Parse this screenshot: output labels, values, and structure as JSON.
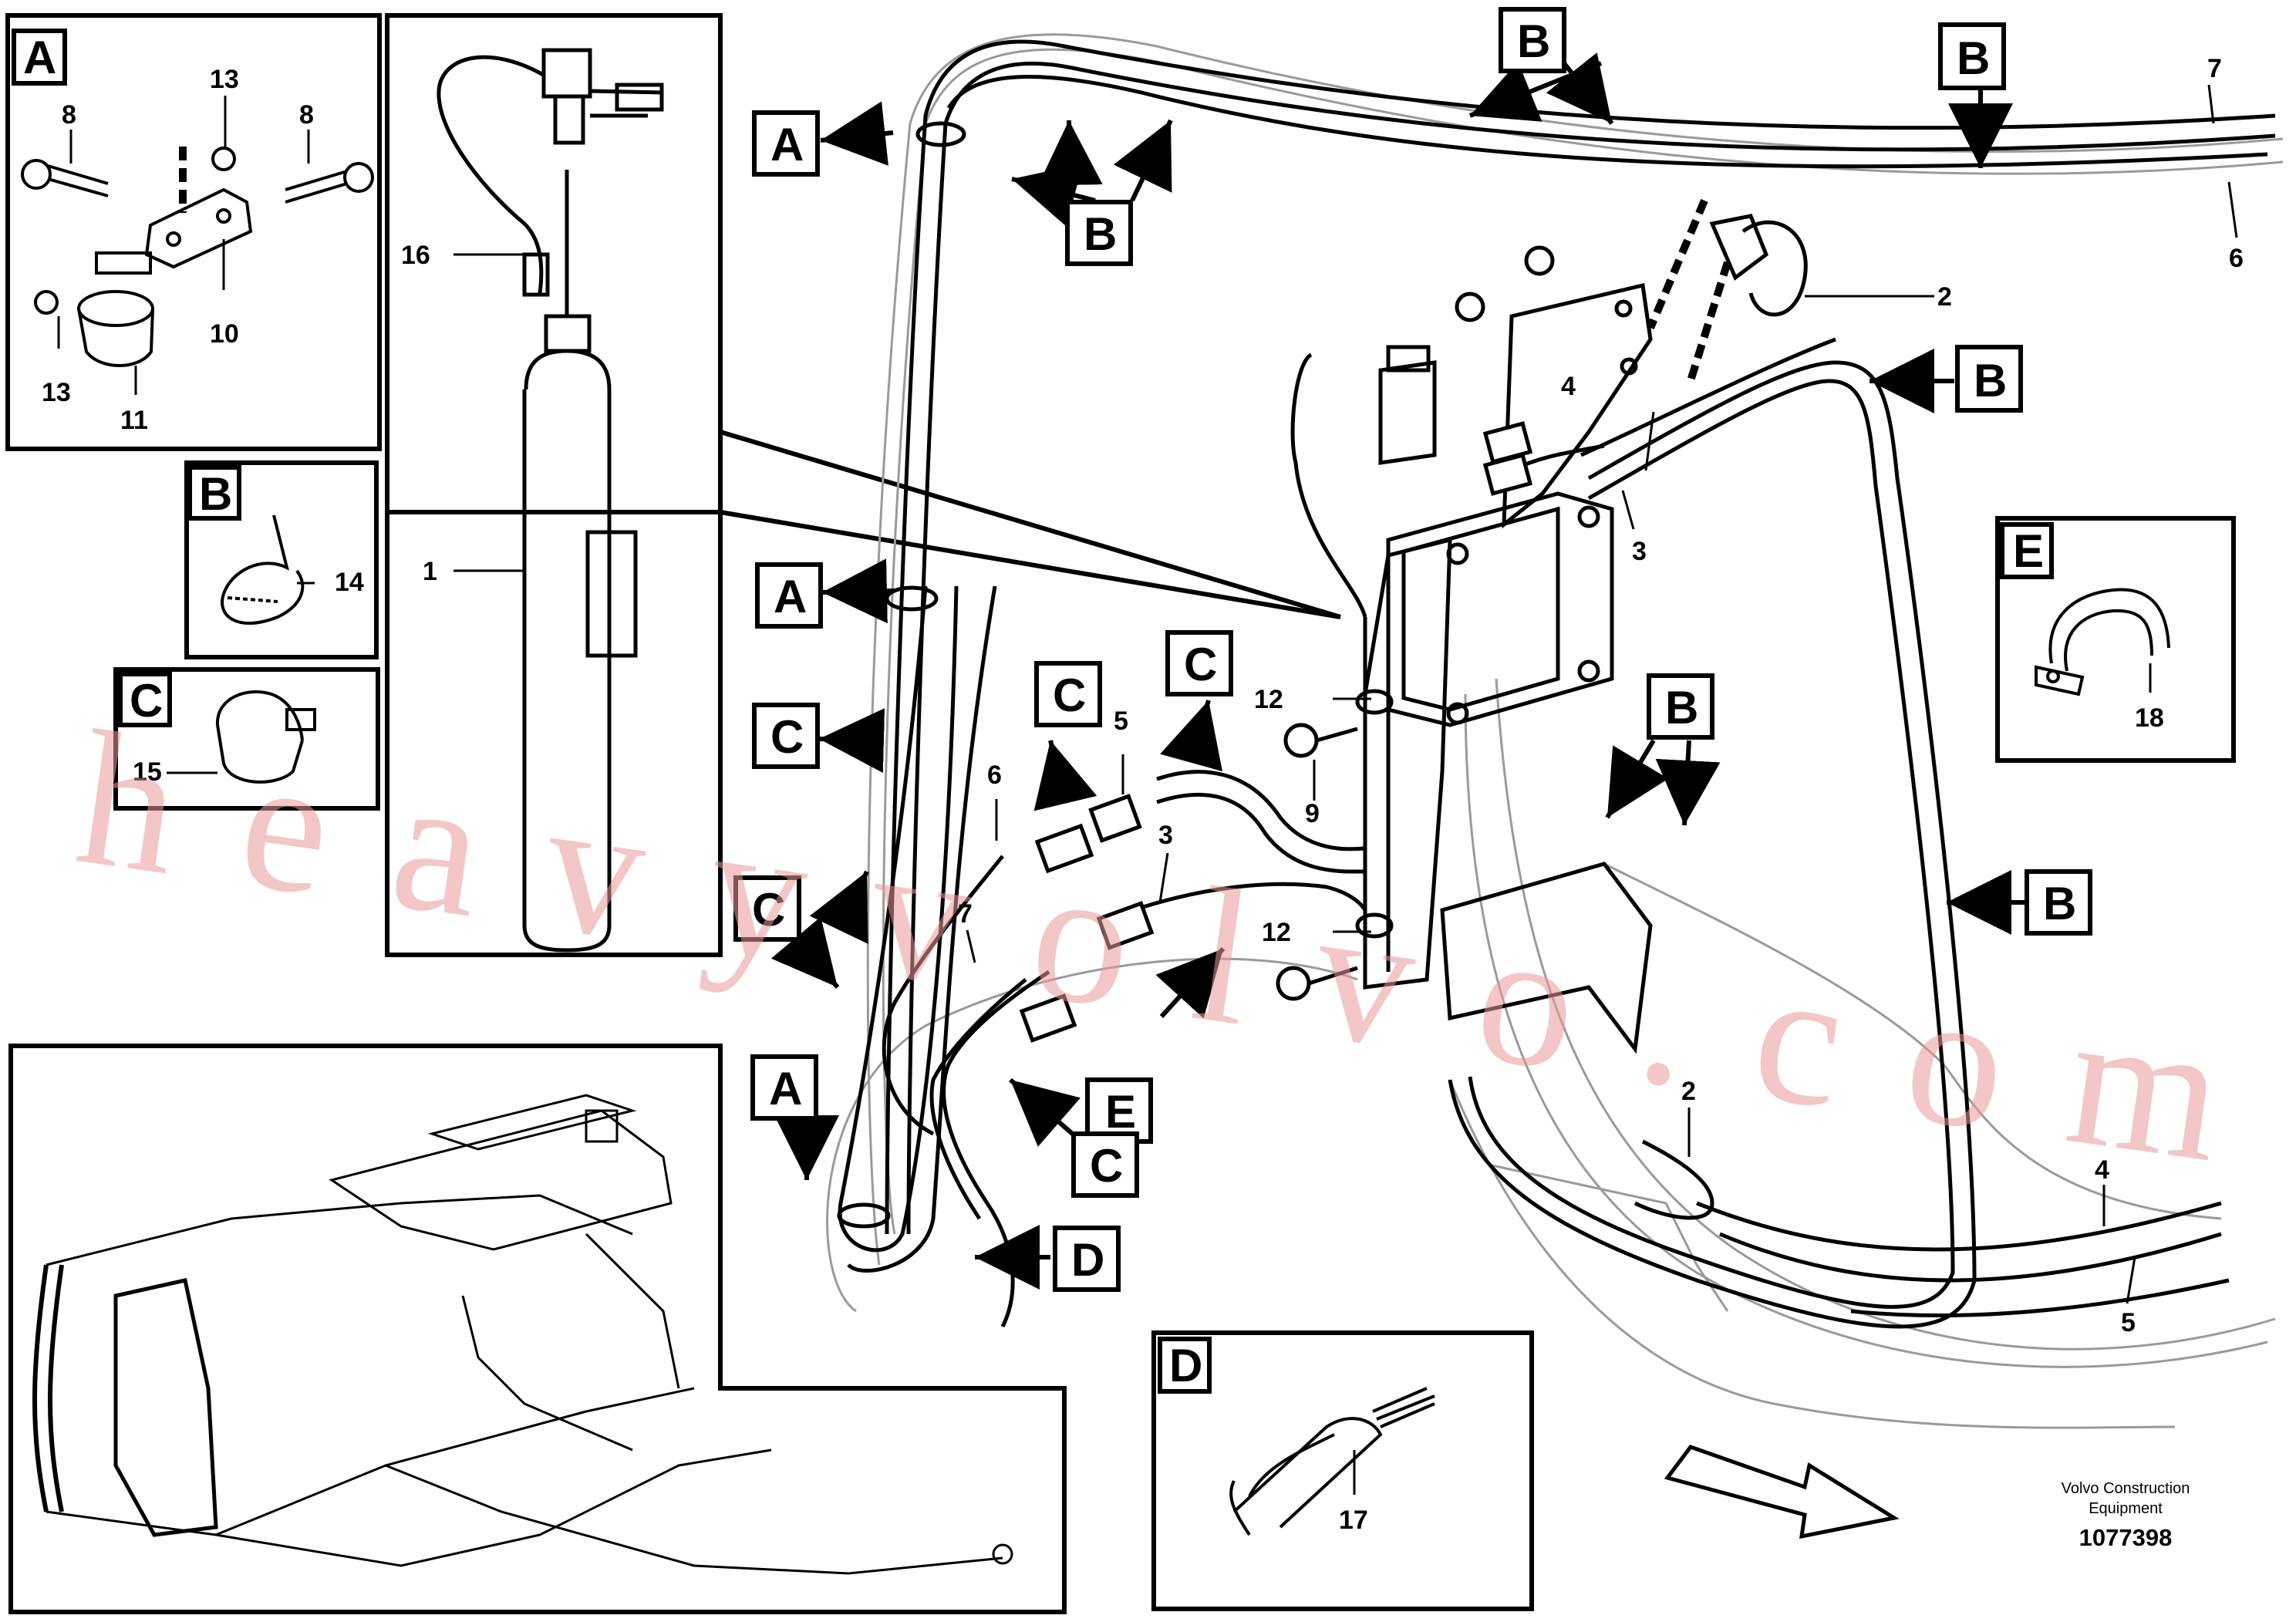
{
  "diagram": {
    "credit_line1": "Volvo Construction",
    "credit_line2": "Equipment",
    "document_number": "1077398",
    "watermark_text": "heavyvolvo.com"
  },
  "callouts": {
    "n1": "1",
    "n2": "2",
    "n3": "3",
    "n4": "4",
    "n5": "5",
    "n6": "6",
    "n7": "7",
    "n8": "8",
    "n9": "9",
    "n10": "10",
    "n11": "11",
    "n12": "12",
    "n13": "13",
    "n14": "14",
    "n15": "15",
    "n16": "16",
    "n17": "17",
    "n18": "18"
  },
  "detail_labels": {
    "a": "A",
    "b": "B",
    "c": "C",
    "d": "D",
    "e": "E"
  },
  "colors": {
    "line": "#000000",
    "watermark": "#ea9a9a",
    "background": "#ffffff"
  }
}
